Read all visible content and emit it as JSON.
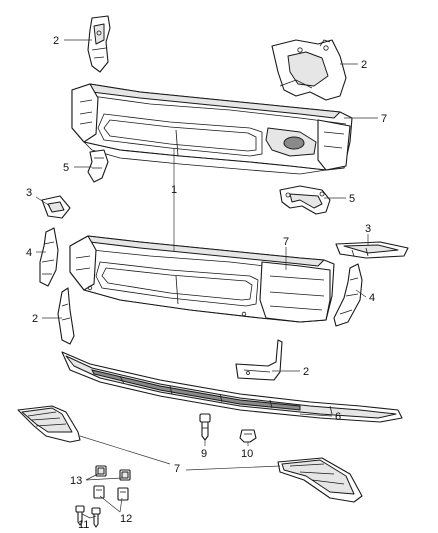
{
  "callouts": {
    "c2a": "2",
    "c2b": "2",
    "c7a": "7",
    "c5a": "5",
    "c1": "1",
    "c3a": "3",
    "c5b": "5",
    "c7b": "7",
    "c3b": "3",
    "c4a": "4",
    "c4b": "4",
    "c2c": "2",
    "c2d": "2",
    "c6": "6",
    "c9": "9",
    "c10": "10",
    "c7c": "7",
    "c13": "13",
    "c12": "12",
    "c11": "11"
  }
}
